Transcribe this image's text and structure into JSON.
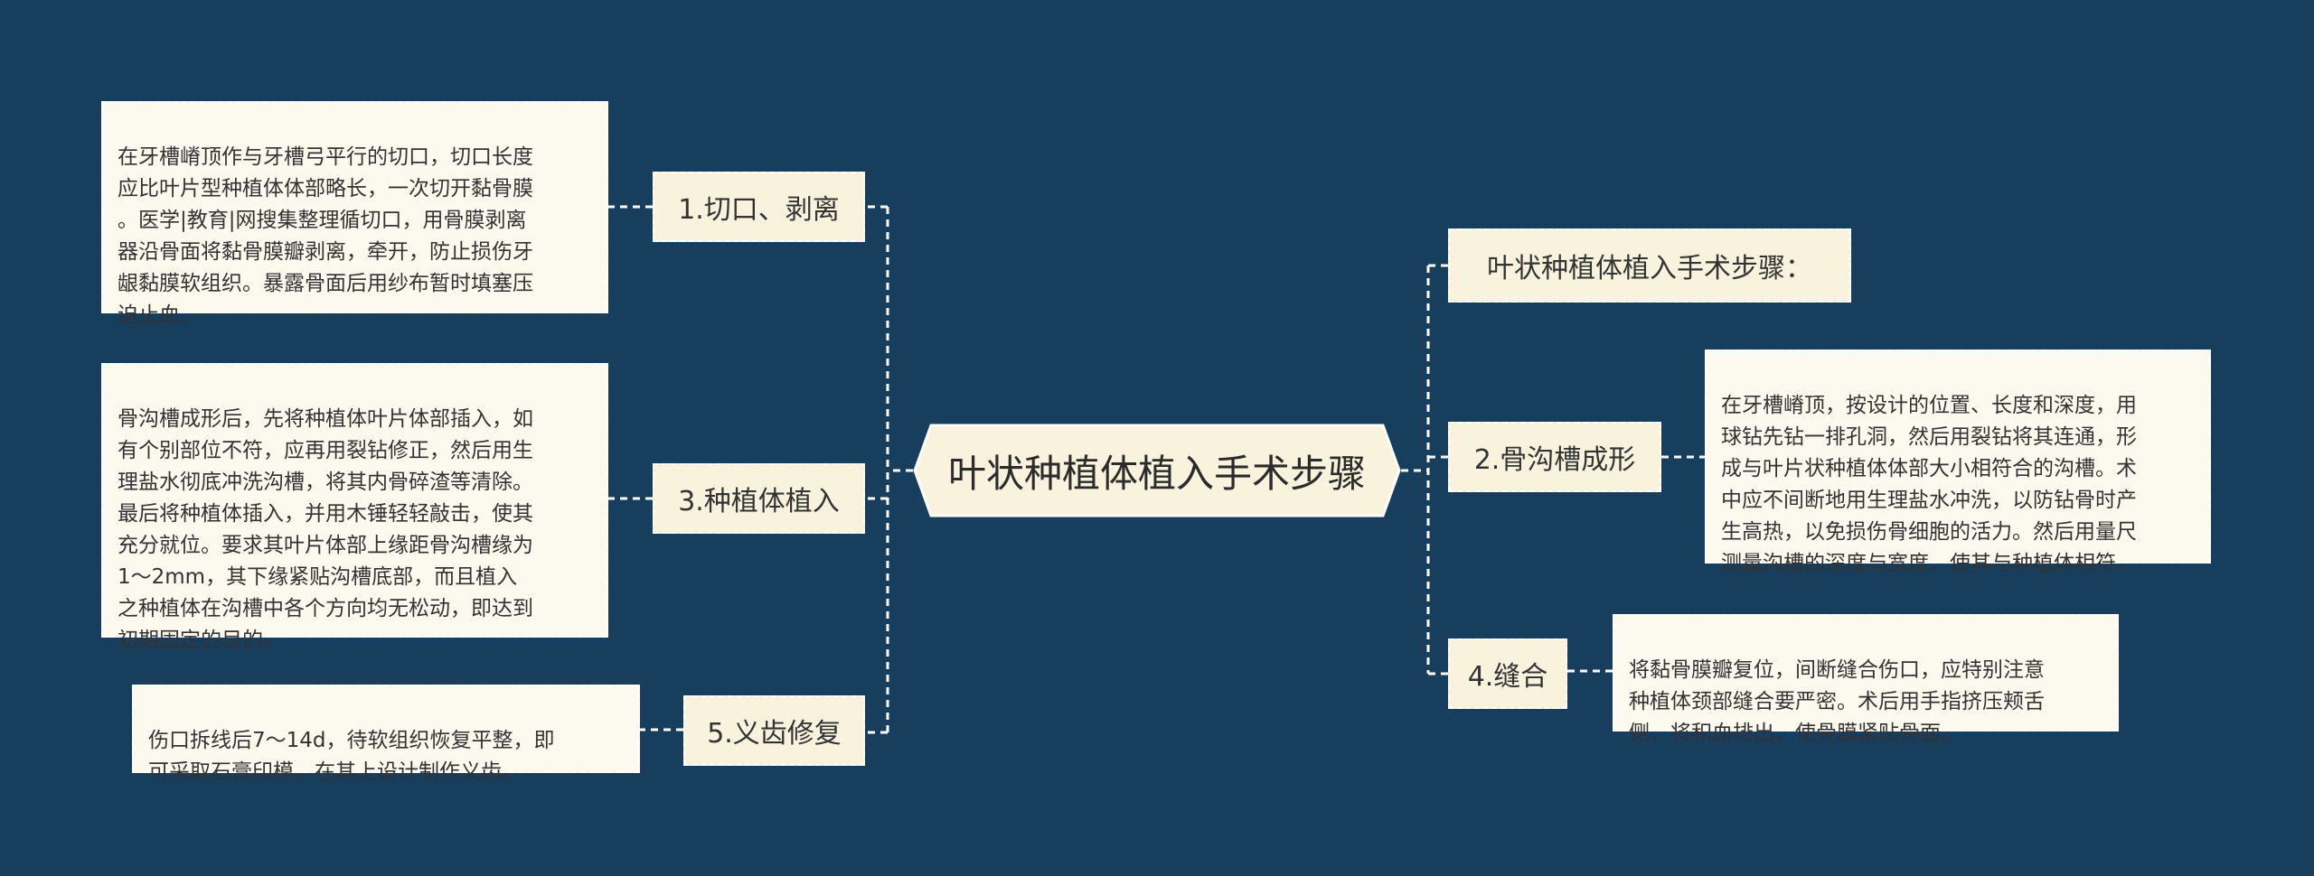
{
  "colors": {
    "background": "#183e5e",
    "branch_fill": "#f9f3de",
    "leaf_fill": "#fcf9ee",
    "center_fill": "#f9f3de",
    "connector": "#ffffff"
  },
  "center": {
    "label": "叶状种植体植入手术步骤"
  },
  "left": [
    {
      "branch": "1.切口、剥离",
      "detail": "在牙槽嵴顶作与牙槽弓平行的切口，切口长度\n应比叶片型种植体体部略长，一次切开黏骨膜\n。医学|教育|网搜集整理循切口，用骨膜剥离\n器沿骨面将黏骨膜瓣剥离，牵开，防止损伤牙\n龈黏膜软组织。暴露骨面后用纱布暂时填塞压\n迫止血。"
    },
    {
      "branch": "3.种植体植入",
      "detail": "骨沟槽成形后，先将种植体叶片体部插入，如\n有个别部位不符，应再用裂钻修正，然后用生\n理盐水彻底冲洗沟槽，将其内骨碎渣等清除。\n最后将种植体插入，并用木锤轻轻敲击，使其\n充分就位。要求其叶片体部上缘距骨沟槽缘为\n1～2mm，其下缘紧贴沟槽底部，而且植入\n之种植体在沟槽中各个方向均无松动，即达到\n初期固定的目的。"
    },
    {
      "branch": "5.义齿修复",
      "detail": "伤口拆线后7～14d，待软组织恢复平整，即\n可采取石膏印模，在其上设计制作义齿。"
    }
  ],
  "right": [
    {
      "branch": "叶状种植体植入手术步骤："
    },
    {
      "branch": "2.骨沟槽成形",
      "detail": "在牙槽嵴顶，按设计的位置、长度和深度，用\n球钻先钻一排孔洞，然后用裂钻将其连通，形\n成与叶片状种植体体部大小相符合的沟槽。术\n中应不间断地用生理盐水冲洗，以防钻骨时产\n生高热，以免损伤骨细胞的活力。然后用量尺\n测量沟槽的深度与宽度，使其与种植体相符。"
    },
    {
      "branch": "4.缝合",
      "detail": "将黏骨膜瓣复位，间断缝合伤口，应特别注意\n种植体颈部缝合要严密。术后用手指挤压颊舌\n侧，将积血排出，使骨膜紧贴骨面。"
    }
  ]
}
